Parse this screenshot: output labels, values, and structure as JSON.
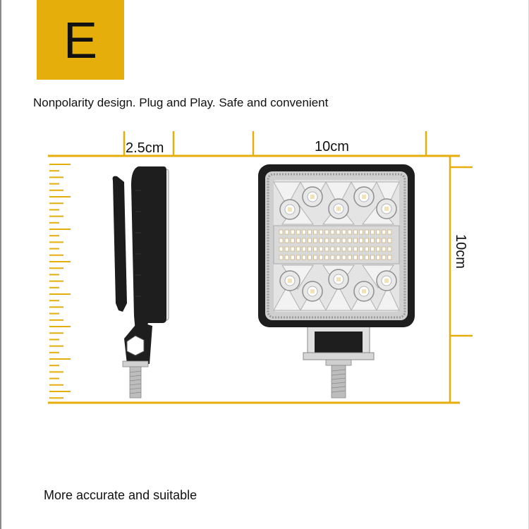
{
  "badge": {
    "letter": "E",
    "color": "#e6ae0a"
  },
  "tagline": "Nonpolarity design. Plug and Play. Safe and convenient",
  "dimensions": {
    "depth": "2.5cm",
    "width": "10cm",
    "height": "10cm"
  },
  "footer": "More accurate and suitable",
  "colors": {
    "ruler": "#e6ae0a",
    "housing": "#1e1e1e",
    "reflector": "#dcdcdc"
  },
  "icons": {
    "side_view": "work-light-side-view",
    "front_view": "work-light-front-view"
  }
}
